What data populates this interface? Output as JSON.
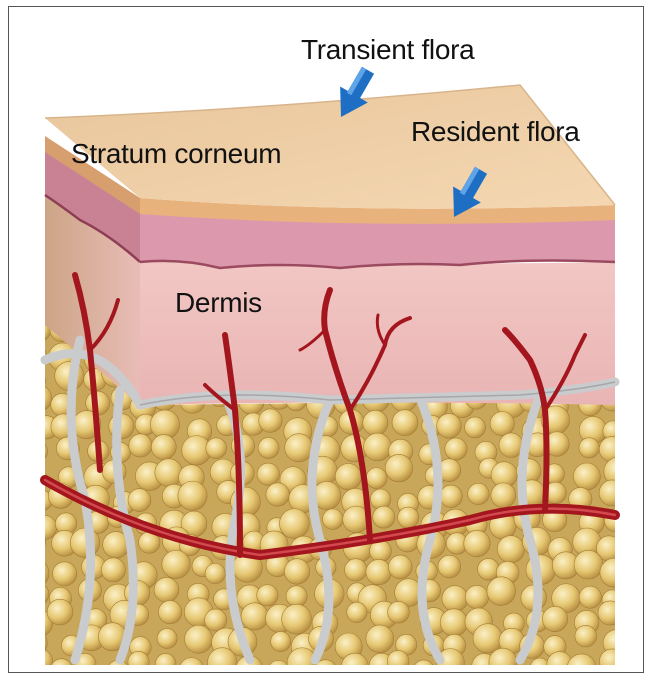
{
  "labels": {
    "transient_flora": "Transient flora",
    "resident_flora": "Resident flora",
    "stratum_corneum": "Stratum corneum",
    "dermis": "Dermis"
  },
  "colors": {
    "stratum_corneum": "#f0cfa6",
    "epidermis": "#dc98ac",
    "dermis": "#efc3c3",
    "fat_cell": "#e6c873",
    "blood_vessel": "#a4161e",
    "nerve": "#c9cbcc",
    "arrow": "#1e6fc4"
  },
  "icons": {
    "transient_arrow": "arrow-down-icon",
    "resident_arrow": "arrow-down-icon"
  }
}
